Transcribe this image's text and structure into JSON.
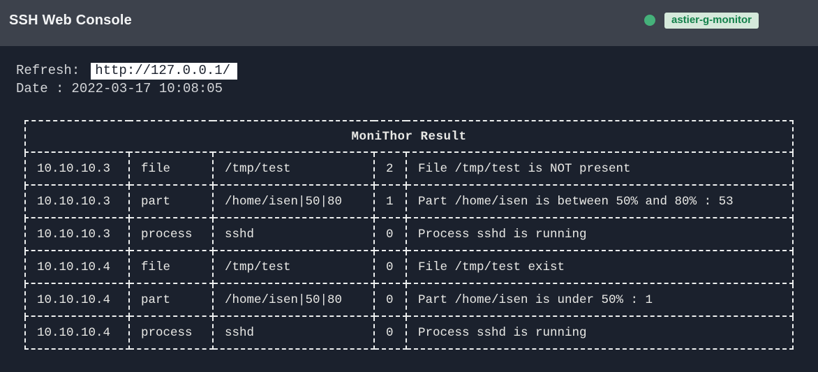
{
  "header": {
    "title": "SSH Web Console",
    "host_badge": "astier-g-monitor"
  },
  "meta": {
    "refresh_label": "Refresh:",
    "refresh_url": "http://127.0.0.1/",
    "date_label": "Date :",
    "date_value": "2022-03-17 10:08:05"
  },
  "table": {
    "title": "MoniThor Result",
    "rows": [
      [
        "10.10.10.3",
        "file",
        "/tmp/test",
        "2",
        "File /tmp/test is NOT present"
      ],
      [
        "10.10.10.3",
        "part",
        "/home/isen|50|80",
        "1",
        "Part /home/isen is between 50% and 80% : 53"
      ],
      [
        "10.10.10.3",
        "process",
        "sshd",
        "0",
        "Process sshd is running"
      ],
      [
        "10.10.10.4",
        "file",
        "/tmp/test",
        "0",
        "File /tmp/test exist"
      ],
      [
        "10.10.10.4",
        "part",
        "/home/isen|50|80",
        "0",
        "Part /home/isen is under 50% : 1"
      ],
      [
        "10.10.10.4",
        "process",
        "sshd",
        "0",
        "Process sshd is running"
      ]
    ]
  },
  "colors": {
    "header-bg": "#3d424c",
    "page-bg": "#1b212d",
    "text-main": "#e9e9e6",
    "text-muted": "#d4d6d9",
    "border": "#edefef",
    "badge-bg": "#d5e9db",
    "badge-text": "#12804a",
    "dot": "#45b17a",
    "link-bg": "#ffffff",
    "link-text": "#1b212d"
  }
}
